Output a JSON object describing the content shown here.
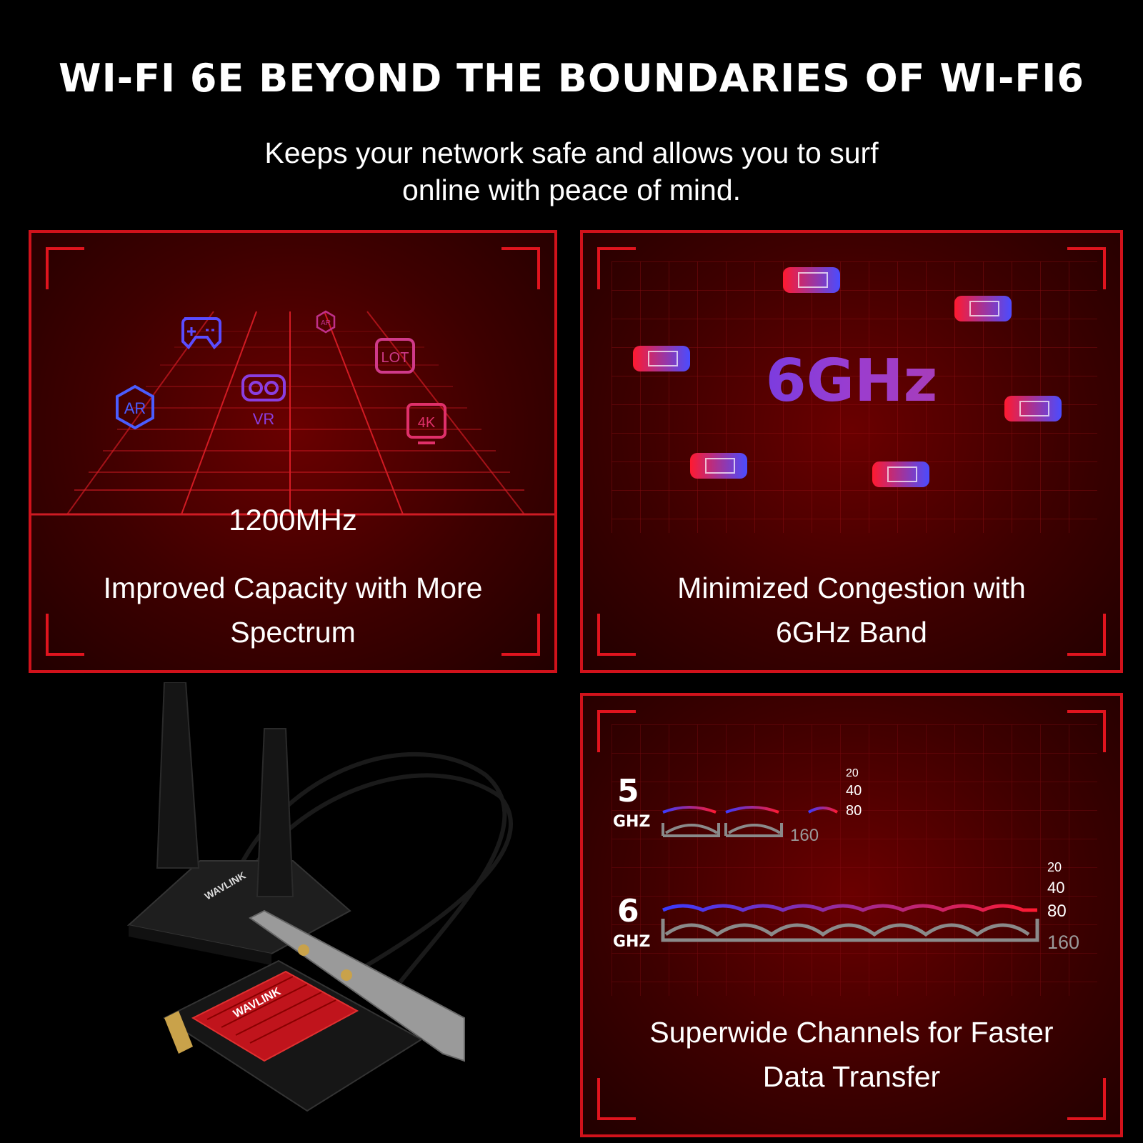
{
  "header": {
    "title": "WI-FI 6E BEYOND THE BOUNDARIES OF WI-FI6",
    "subtitle_line1": "Keeps your network safe and allows you to surf",
    "subtitle_line2": "online with peace of mind."
  },
  "panel_capacity": {
    "frequency": "1200MHz",
    "caption_line1": "Improved Capacity with More",
    "caption_line2": "Spectrum",
    "icons": [
      {
        "name": "gamepad-icon",
        "label": ""
      },
      {
        "name": "ar-icon",
        "label": "AR"
      },
      {
        "name": "ar-small-icon",
        "label": "AR"
      },
      {
        "name": "vr-icon",
        "label": "VR"
      },
      {
        "name": "iot-icon",
        "label": "LOT"
      },
      {
        "name": "4k-icon",
        "label": "4K"
      }
    ]
  },
  "panel_congestion": {
    "band": "6GHz",
    "caption_line1": "Minimized Congestion with",
    "caption_line2": "6GHz Band",
    "car_icon": "car-icon"
  },
  "panel_channels": {
    "caption_line1": "Superwide Channels for Faster",
    "caption_line2": "Data Transfer",
    "band5": {
      "number": "5",
      "unit": "GHZ",
      "widths": [
        "20",
        "40",
        "80",
        "160"
      ]
    },
    "band6": {
      "number": "6",
      "unit": "GHZ",
      "widths": [
        "20",
        "40",
        "80",
        "160"
      ]
    }
  },
  "product": {
    "brand": "WAVLINK",
    "image": "pcie-wifi-card-with-antenna-base"
  },
  "colors": {
    "accent_red": "#d0121b",
    "blue": "#3a3bff",
    "purple": "#9a3dd0"
  }
}
